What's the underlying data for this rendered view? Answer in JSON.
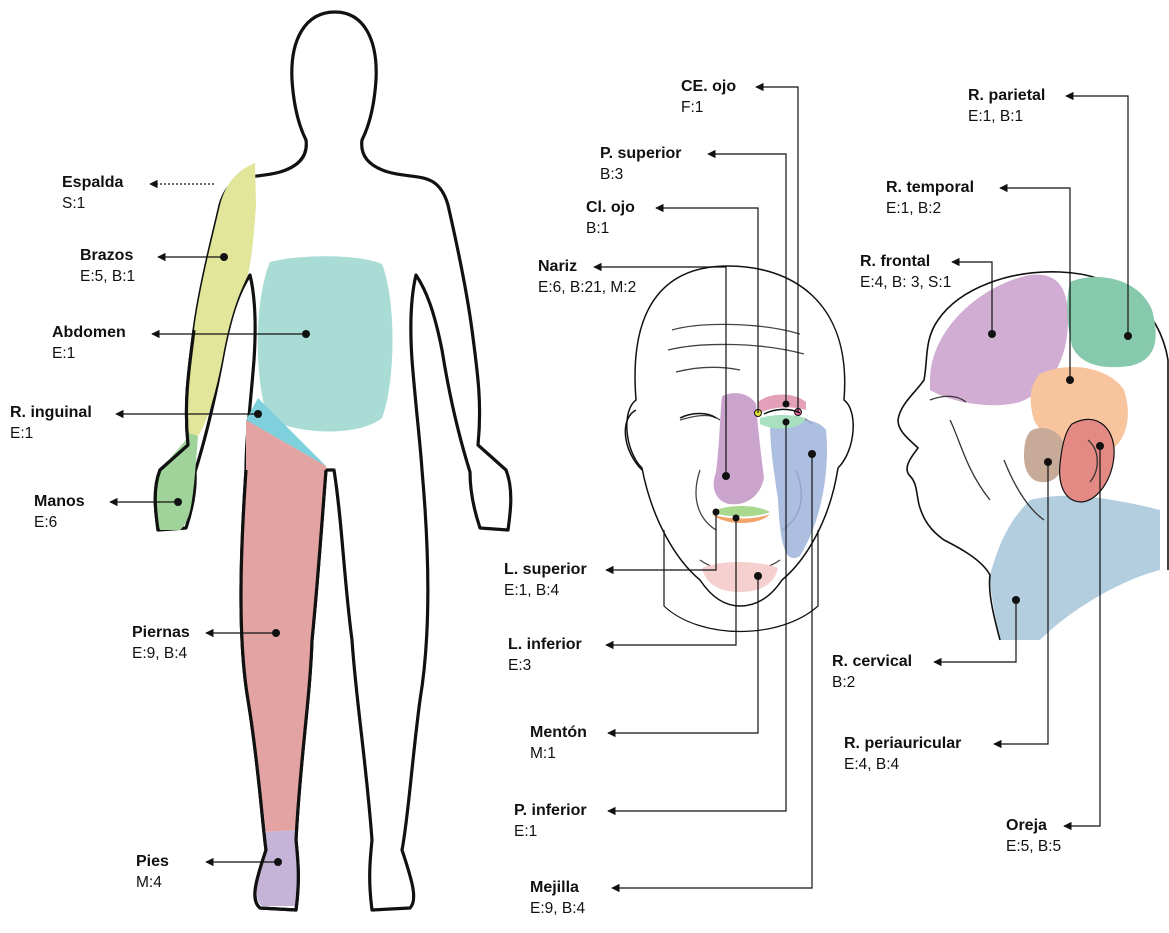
{
  "body_labels": [
    {
      "key": "espalda",
      "name": "Espalda",
      "values": "S:1"
    },
    {
      "key": "brazos",
      "name": "Brazos",
      "values": "E:5, B:1"
    },
    {
      "key": "abdomen",
      "name": "Abdomen",
      "values": "E:1"
    },
    {
      "key": "inguinal",
      "name": "R. inguinal",
      "values": "E:1"
    },
    {
      "key": "manos",
      "name": "Manos",
      "values": "E:6"
    },
    {
      "key": "piernas",
      "name": "Piernas",
      "values": "E:9, B:4"
    },
    {
      "key": "pies",
      "name": "Pies",
      "values": "M:4"
    }
  ],
  "face_labels": [
    {
      "key": "ce_ojo",
      "name": "CE. ojo",
      "values": "F:1"
    },
    {
      "key": "p_superior",
      "name": "P. superior",
      "values": "B:3"
    },
    {
      "key": "cl_ojo",
      "name": "Cl. ojo",
      "values": "B:1"
    },
    {
      "key": "nariz",
      "name": "Nariz",
      "values": "E:6, B:21, M:2"
    },
    {
      "key": "l_superior",
      "name": "L. superior",
      "values": "E:1, B:4"
    },
    {
      "key": "l_inferior",
      "name": "L. inferior",
      "values": "E:3"
    },
    {
      "key": "menton",
      "name": "Mentón",
      "values": "M:1"
    },
    {
      "key": "p_inferior",
      "name": "P. inferior",
      "values": "E:1"
    },
    {
      "key": "mejilla",
      "name": "Mejilla",
      "values": "E:9, B:4"
    }
  ],
  "profile_labels": [
    {
      "key": "parietal",
      "name": "R. parietal",
      "values": "E:1, B:1"
    },
    {
      "key": "temporal",
      "name": "R. temporal",
      "values": "E:1, B:2"
    },
    {
      "key": "frontal",
      "name": "R. frontal",
      "values": "E:4, B: 3, S:1"
    },
    {
      "key": "cervical",
      "name": "R. cervical",
      "values": "B:2"
    },
    {
      "key": "periauricular",
      "name": "R. periauricular",
      "values": "E:4, B:4"
    },
    {
      "key": "oreja",
      "name": "Oreja",
      "values": "E:5, B:5"
    }
  ],
  "region_colors": {
    "arm": "#e2e69a",
    "hand": "#9fd39a",
    "abdomen": "#a8dcd4",
    "groin": "#7ed0dc",
    "leg": "#e3a3a3",
    "foot": "#c6b3d8",
    "nose": "#c49ac6",
    "cheek": "#9db4da",
    "upper_eyelid": "#e3a0b8",
    "lower_eyelid": "#a9e0c0",
    "upper_lip": "#a9d98f",
    "lower_lip": "#f2a36c",
    "chin": "#f6cfcf",
    "frontal": "#d2add3",
    "parietal": "#86c9ac",
    "temporal": "#f7c49e",
    "periauricular": "#c7aa98",
    "ear": "#e48a85",
    "cervical": "#a5c6d9"
  }
}
